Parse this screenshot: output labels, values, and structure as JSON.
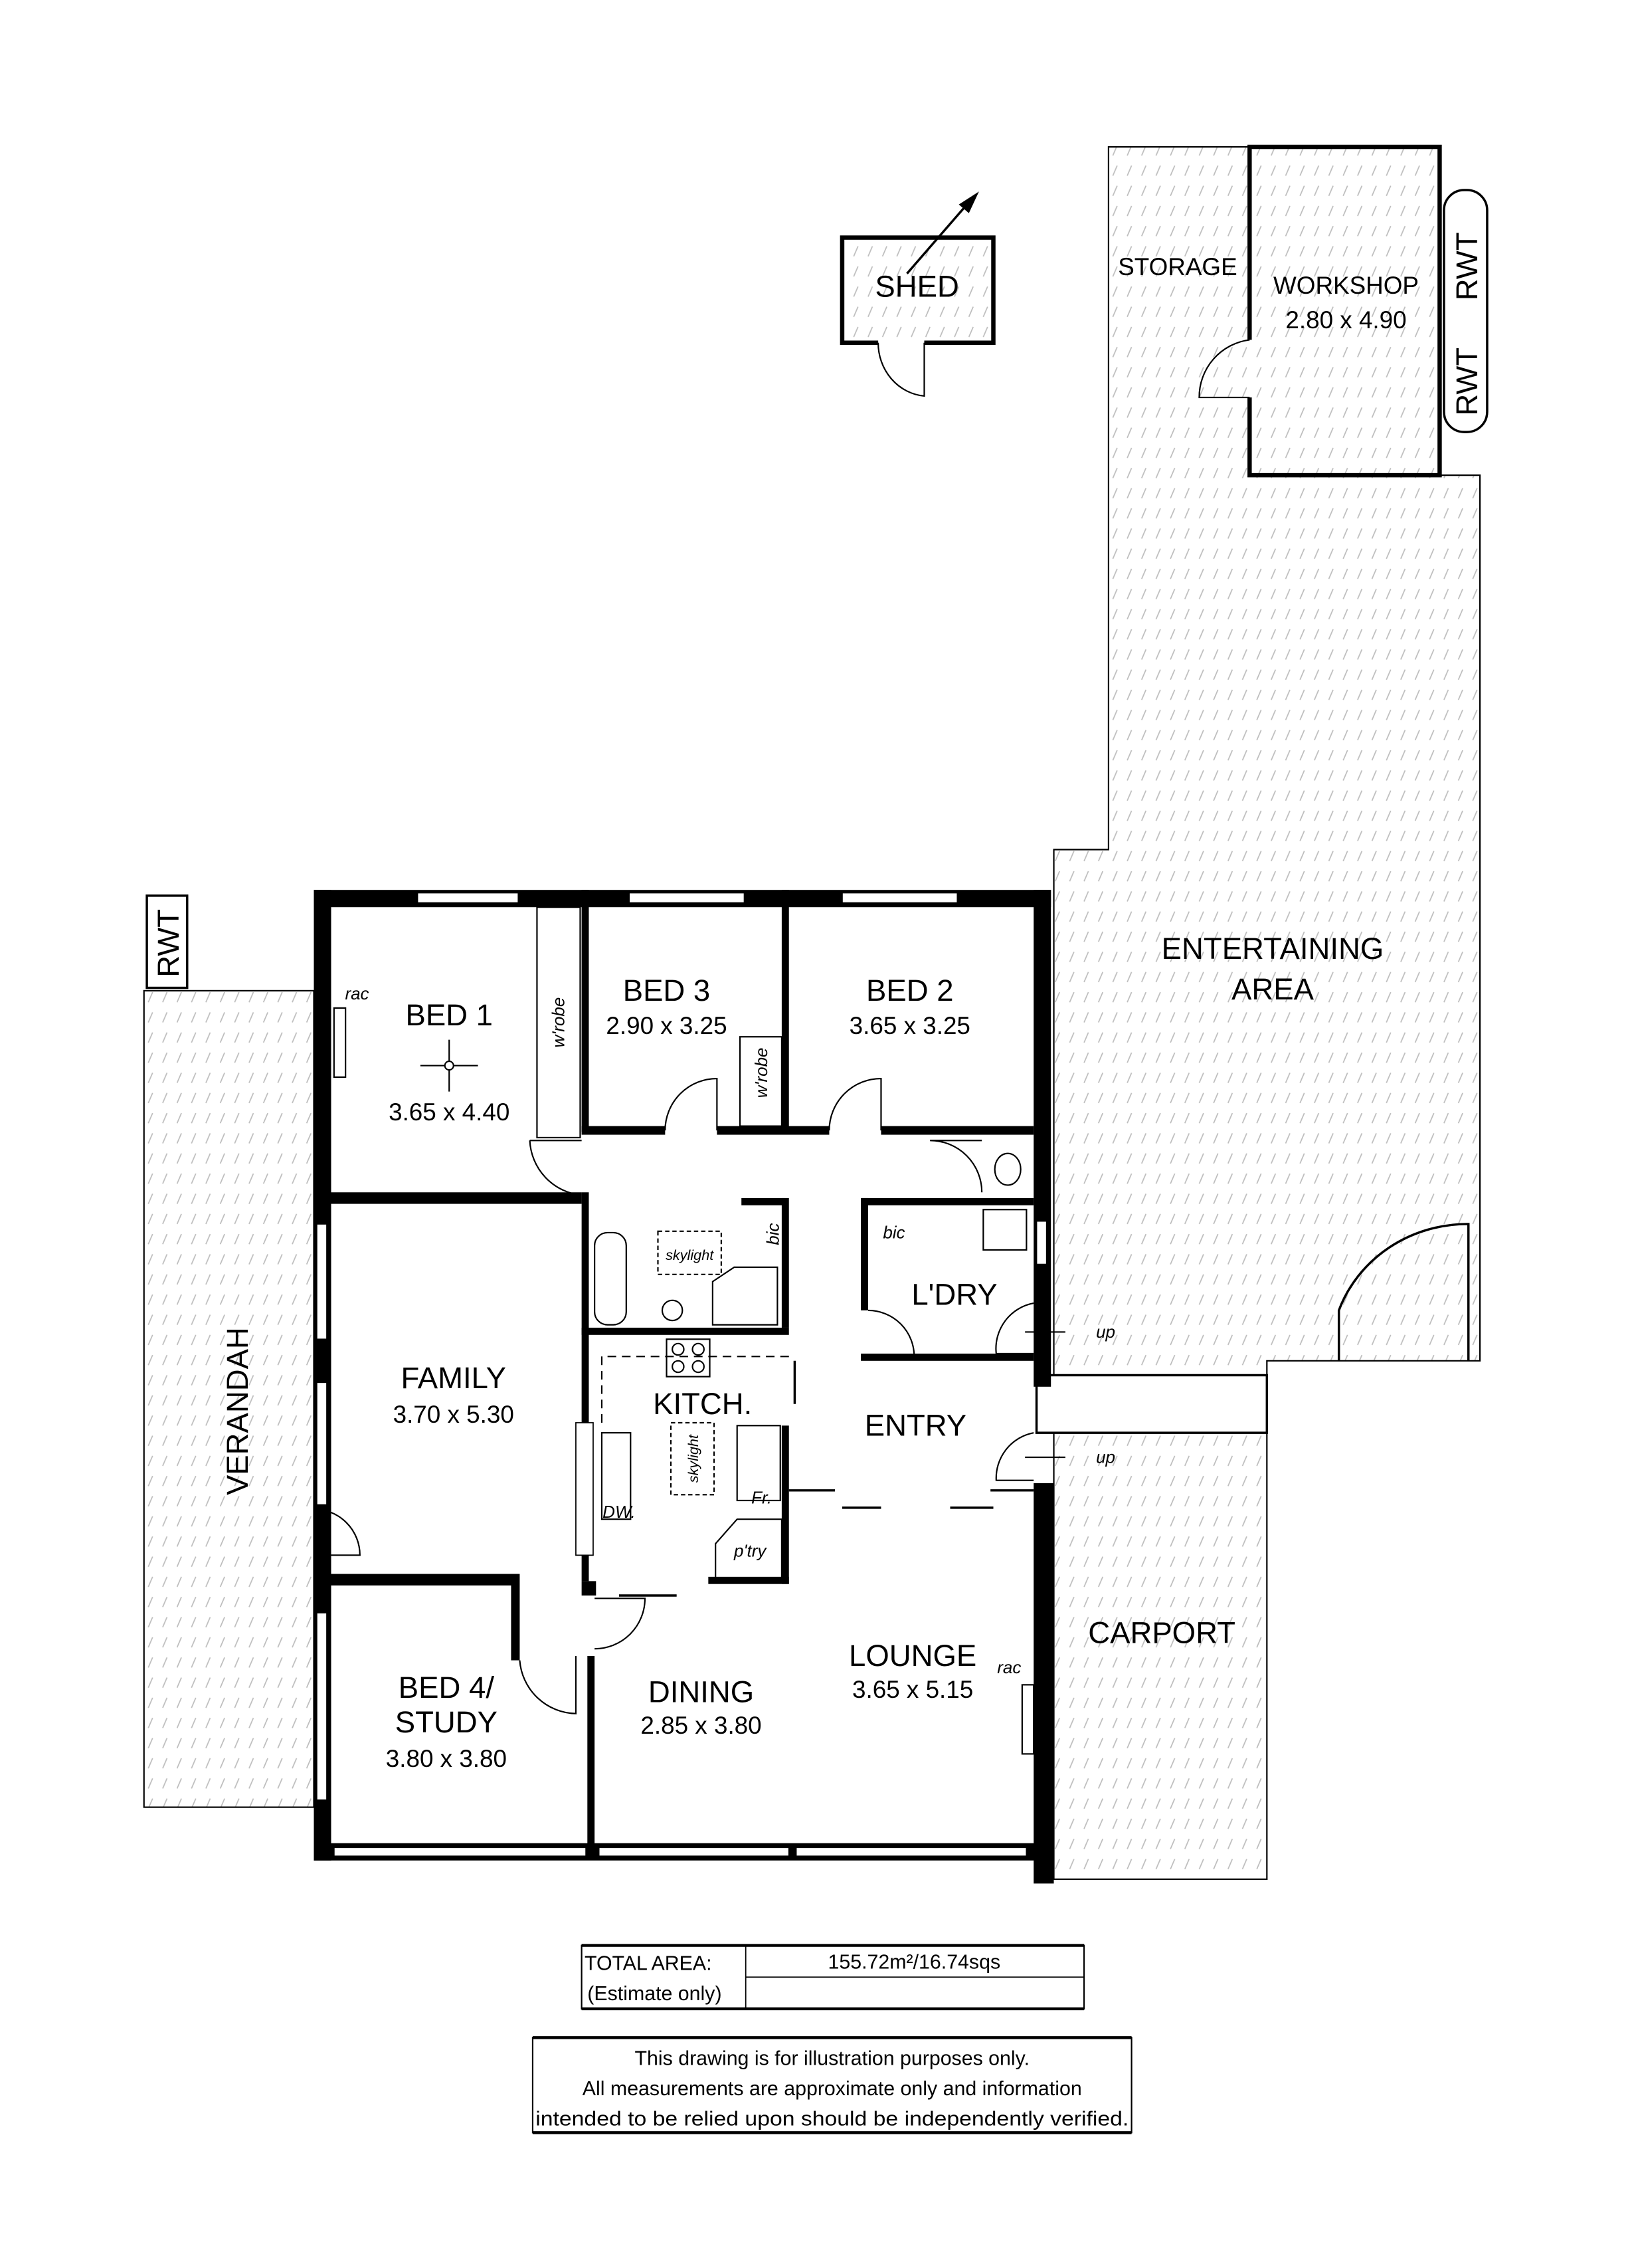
{
  "colors": {
    "ink": "#000000",
    "hatch": "#bdbdbd",
    "background": "#ffffff"
  },
  "outbuildings": {
    "shed": {
      "name": "SHED"
    },
    "storage": {
      "name": "STORAGE"
    },
    "workshop": {
      "name": "WORKSHOP",
      "dims": "2.80 x 4.90"
    },
    "rwt_labels": [
      "RWT",
      "RWT",
      "RWT"
    ]
  },
  "rooms": {
    "bed1": {
      "name": "BED 1",
      "dims": "3.65 x 4.40",
      "rac": "rac",
      "wrobe": "w'robe"
    },
    "bed3": {
      "name": "BED 3",
      "dims": "2.90 x 3.25",
      "wrobe": "w'robe"
    },
    "bed2": {
      "name": "BED 2",
      "dims": "3.65 x 3.25"
    },
    "entertaining": {
      "name_line1": "ENTERTAINING",
      "name_line2": "AREA"
    },
    "bathroom": {
      "skylight": "skylight",
      "bic": "bic"
    },
    "laundry": {
      "name": "L'DRY",
      "bic": "bic",
      "up": "up"
    },
    "family": {
      "name": "FAMILY",
      "dims": "3.70 x 5.30"
    },
    "verandah": {
      "name": "VERANDAH"
    },
    "kitchen": {
      "name": "KITCH.",
      "skylight": "skylight",
      "dw": "DW.",
      "fridge": "Fr.",
      "pantry": "p'try"
    },
    "entry": {
      "name": "ENTRY",
      "up": "up"
    },
    "carport": {
      "name": "CARPORT"
    },
    "lounge": {
      "name": "LOUNGE",
      "dims": "3.65 x 5.15",
      "rac": "rac"
    },
    "dining": {
      "name": "DINING",
      "dims": "2.85 x 3.80"
    },
    "bed4": {
      "name_line1": "BED 4/",
      "name_line2": "STUDY",
      "dims": "3.80 x 3.80"
    }
  },
  "area_table": {
    "label_line1": "TOTAL AREA:",
    "label_line2": "(Estimate only)",
    "value": "155.72m²/16.74sqs"
  },
  "disclaimer": {
    "line1": "This drawing is for illustration purposes only.",
    "line2": "All measurements are approximate only and information",
    "line3": "intended to be relied upon should be independently verified."
  }
}
